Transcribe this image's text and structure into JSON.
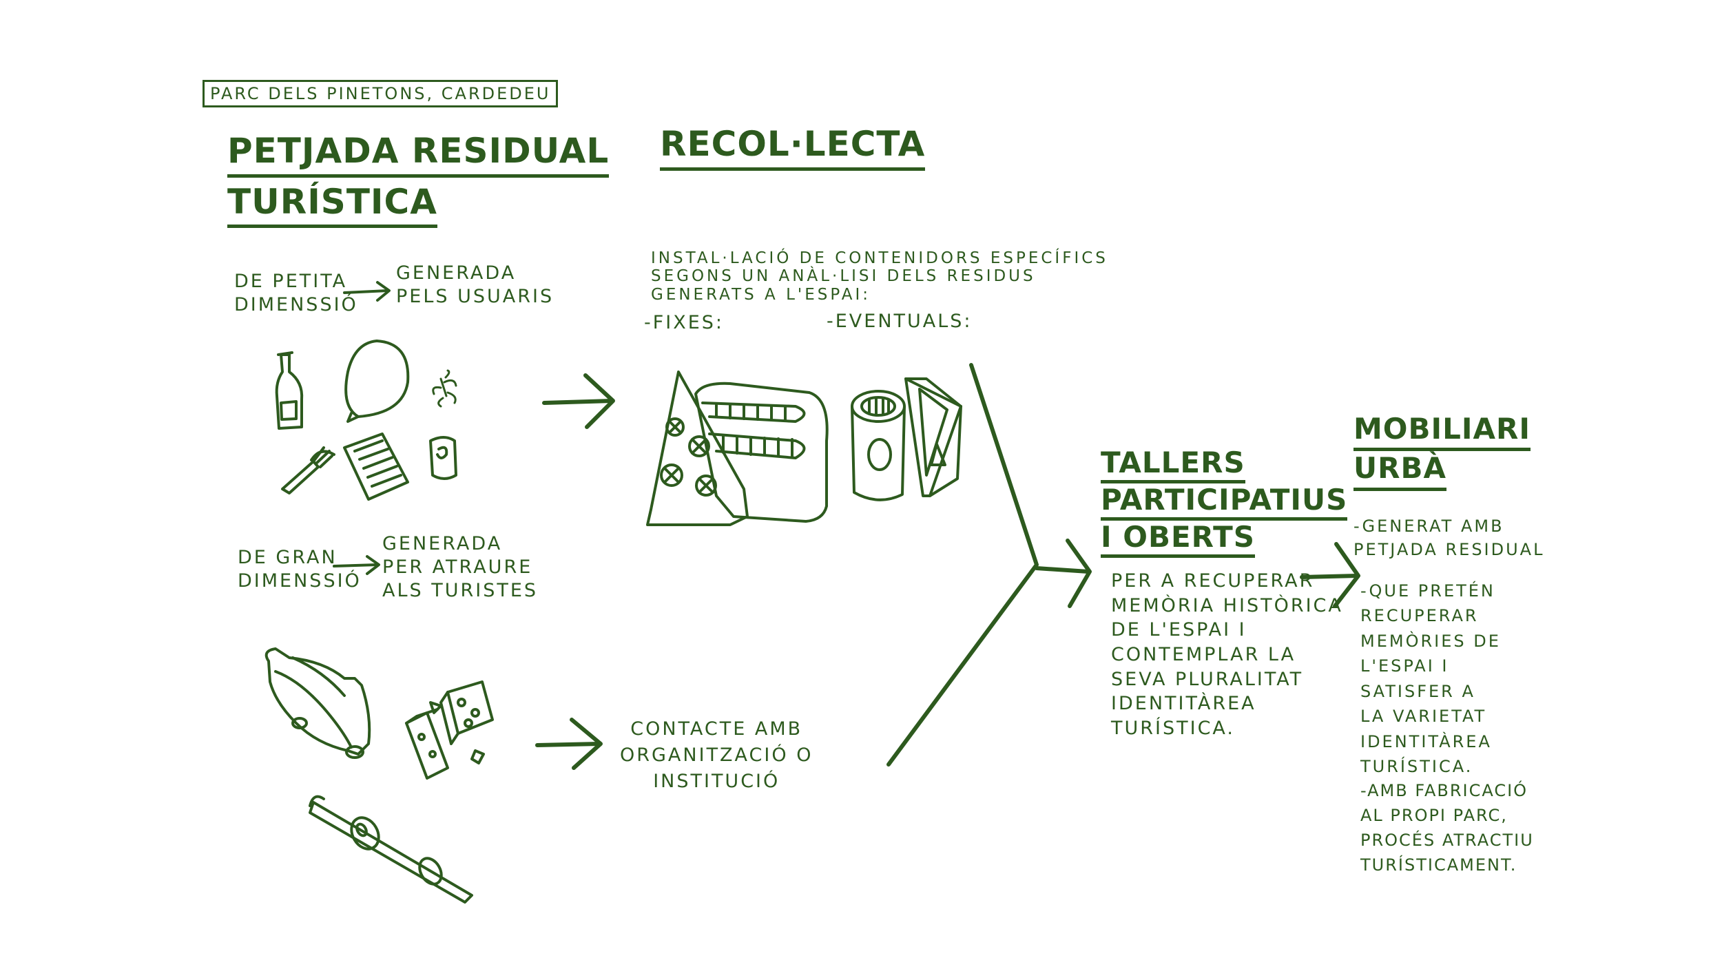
{
  "location_tag": "Parc dels Pinetons, Cardedeu",
  "petjada": {
    "title_lines": [
      "Petjada residual",
      "turística"
    ],
    "small": {
      "left_lines": [
        "De petita",
        "dimenssió"
      ],
      "right_lines": [
        "Generada",
        "pels usuaris"
      ]
    },
    "large": {
      "left_lines": [
        "De gran",
        "dimenssió"
      ],
      "right_lines": [
        "Generada",
        "per atraure",
        "als turistes"
      ]
    }
  },
  "recollecta": {
    "title": "Recol·lecta",
    "desc_lines": [
      "Instal·lació de contenidors específics",
      "segons un anàl·lisi dels residus",
      "generats a l'espai:"
    ],
    "fixes_label": "-Fixes:",
    "eventuals_label": "-Eventuals:",
    "contact_lines": [
      "Contacte amb",
      "organització o",
      "institució"
    ]
  },
  "tallers": {
    "title_lines": [
      "Tallers",
      "participatius",
      "i oberts"
    ],
    "desc_lines": [
      "Per a recuperar",
      "memòria històrica",
      "de l'espai i",
      "contemplar la",
      "seva pluralitat",
      "identitàrea",
      "turística."
    ]
  },
  "mobiliari": {
    "title_lines": [
      "Mobiliari",
      "urbà"
    ],
    "item1_lines": [
      "-Generat amb",
      "petjada residual"
    ],
    "item2_lines": [
      "-Que pretén",
      "recuperar",
      "memòries de",
      "l'espai i",
      "satisfer a",
      "la varietat",
      "identitàrea",
      "turística."
    ],
    "item3_lines": [
      "-Amb fabricació",
      "al propi parc,",
      "procés atractiu",
      "turísticament."
    ]
  },
  "colors": {
    "ink": "#2d5a1e",
    "background": "#ffffff"
  },
  "icons": [
    "bottle-icon",
    "balloon-icon",
    "leaves-icon",
    "fork-icon",
    "paper-icon",
    "can-icon",
    "bin-triangle-icon",
    "bin-grille-icon",
    "bin-cylinder-icon",
    "bin-triangular-prism-icon",
    "bag-icon",
    "dice-icon",
    "wristband-icon"
  ]
}
